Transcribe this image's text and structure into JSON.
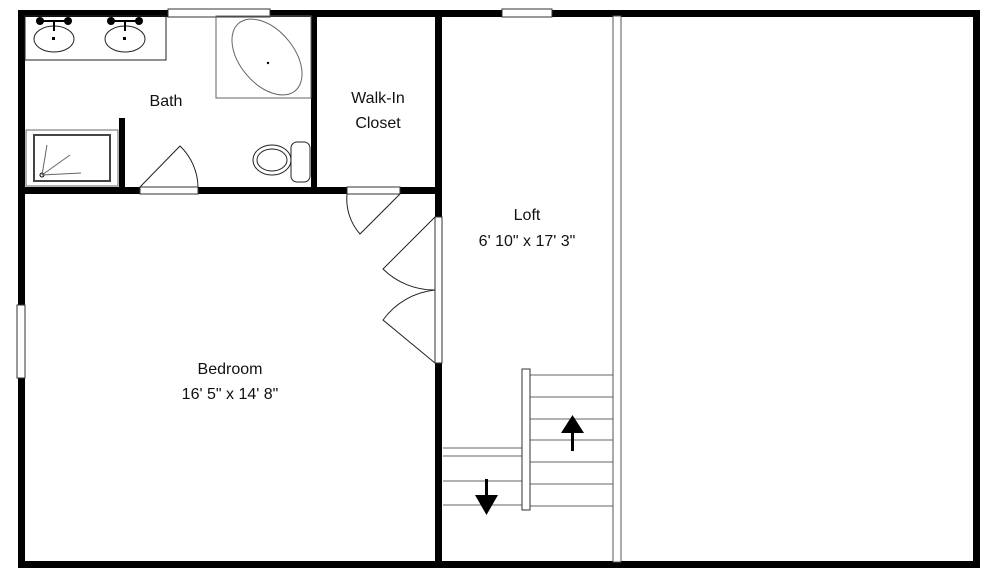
{
  "plan": {
    "rooms": [
      {
        "name": "Bath",
        "dimensions": ""
      },
      {
        "name": "Walk-In",
        "name_line2": "Closet",
        "dimensions": ""
      },
      {
        "name": "Loft",
        "dimensions": "6' 10\" x 17' 3\""
      },
      {
        "name": "Bedroom",
        "dimensions": "16' 5\" x 14' 8\""
      }
    ],
    "stairs": {
      "up_arrow": "arrow-up-icon",
      "down_arrow": "arrow-down-icon"
    }
  }
}
